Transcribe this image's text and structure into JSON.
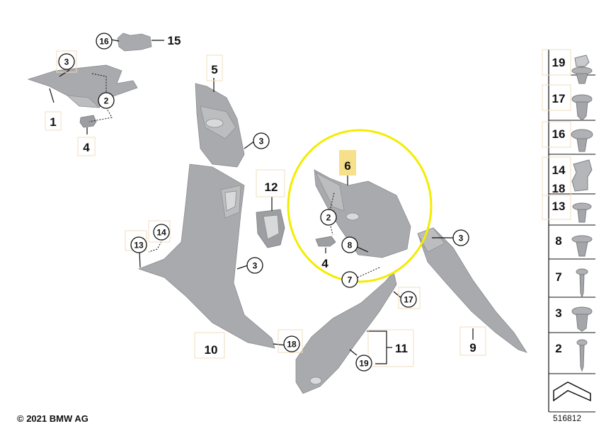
{
  "diagram": {
    "copyright": "© 2021 BMW AG",
    "document_number": "516812",
    "highlight_color": "#f4ec00",
    "highlight_label_bg": "#f7e08a",
    "callouts": [
      {
        "id": "c-1",
        "text": "1"
      },
      {
        "id": "c-3a",
        "text": "3"
      },
      {
        "id": "c-2a",
        "text": "2"
      },
      {
        "id": "c-4a",
        "text": "4"
      },
      {
        "id": "c-16",
        "text": "16"
      },
      {
        "id": "c-15",
        "text": "15"
      },
      {
        "id": "c-5",
        "text": "5"
      },
      {
        "id": "c-3b",
        "text": "3"
      },
      {
        "id": "c-12",
        "text": "12"
      },
      {
        "id": "c-14",
        "text": "14"
      },
      {
        "id": "c-13",
        "text": "13"
      },
      {
        "id": "c-3c",
        "text": "3"
      },
      {
        "id": "c-10",
        "text": "10"
      },
      {
        "id": "c-18",
        "text": "18"
      },
      {
        "id": "c-6",
        "text": "6"
      },
      {
        "id": "c-2b",
        "text": "2"
      },
      {
        "id": "c-8",
        "text": "8"
      },
      {
        "id": "c-4b",
        "text": "4"
      },
      {
        "id": "c-7",
        "text": "7"
      },
      {
        "id": "c-3d",
        "text": "3"
      },
      {
        "id": "c-17",
        "text": "17"
      },
      {
        "id": "c-11",
        "text": "11"
      },
      {
        "id": "c-19",
        "text": "19"
      },
      {
        "id": "c-9",
        "text": "9"
      }
    ],
    "fastener_legend": [
      "19",
      "17",
      "16",
      "14",
      "18",
      "13",
      "8",
      "7",
      "3",
      "2"
    ]
  }
}
